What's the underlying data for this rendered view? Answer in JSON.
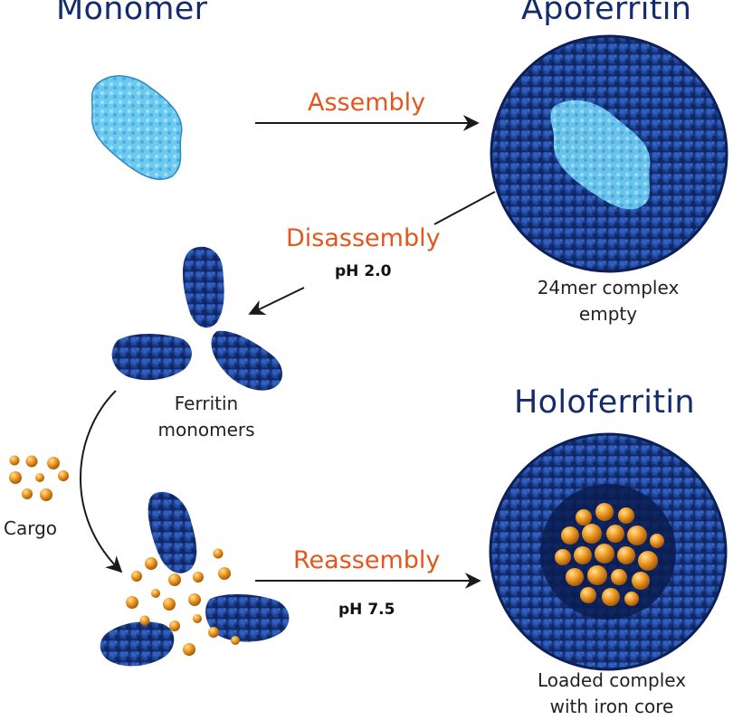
{
  "titles": {
    "monomer": "Monomer",
    "apoferritin": "Apoferritin",
    "holoferritin": "Holoferritin"
  },
  "steps": {
    "assembly": "Assembly",
    "disassembly": "Disassembly",
    "disassembly_ph": "pH 2.0",
    "reassembly": "Reassembly",
    "reassembly_ph": "pH 7.5"
  },
  "captions": {
    "apo_line1": "24mer complex",
    "apo_line2": "empty",
    "ferritin_line1": "Ferritin",
    "ferritin_line2": "monomers",
    "cargo": "Cargo",
    "holo_line1": "Loaded complex",
    "holo_line2": "with iron core"
  },
  "colors": {
    "title": "#142b6e",
    "step": "#e2571f",
    "protein_dark": "#1d3f8f",
    "protein_light": "#5fc3ec",
    "cargo": "#f09a20"
  }
}
